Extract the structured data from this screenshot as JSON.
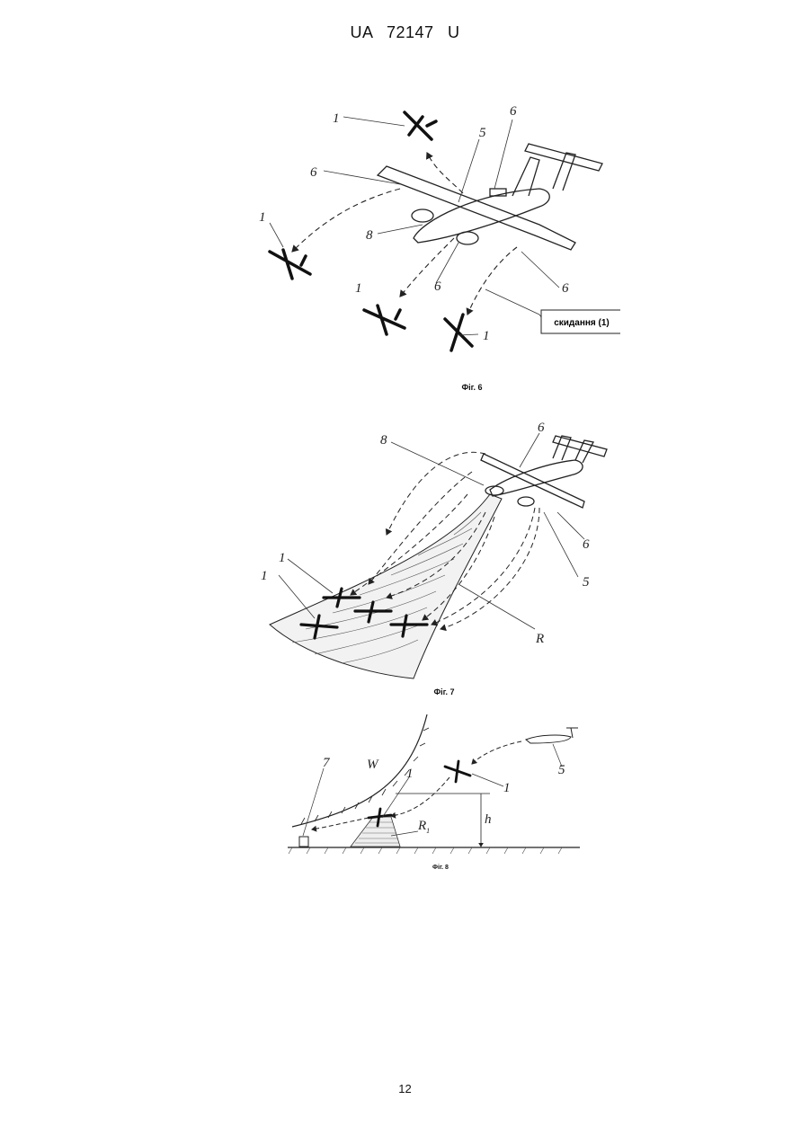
{
  "header": {
    "patent_id": "UA   72147   U"
  },
  "figures": [
    {
      "caption": "Фіг. 6",
      "callout": "скидання (1)",
      "labels": {
        "uav": "1",
        "carrier": "5",
        "launcher": "6",
        "bay": "8"
      }
    },
    {
      "caption": "Фіг. 7",
      "labels": {
        "uav": "1",
        "carrier": "5",
        "launcher": "6",
        "bay": "8",
        "zone": "R"
      }
    },
    {
      "caption": "Фіг. 8",
      "labels": {
        "wind": "W",
        "uav": "1",
        "carrier": "5",
        "target": "7",
        "height": "h",
        "zone": "R",
        "zone_sub": "1"
      }
    }
  ],
  "footer": {
    "page_number": "12"
  }
}
